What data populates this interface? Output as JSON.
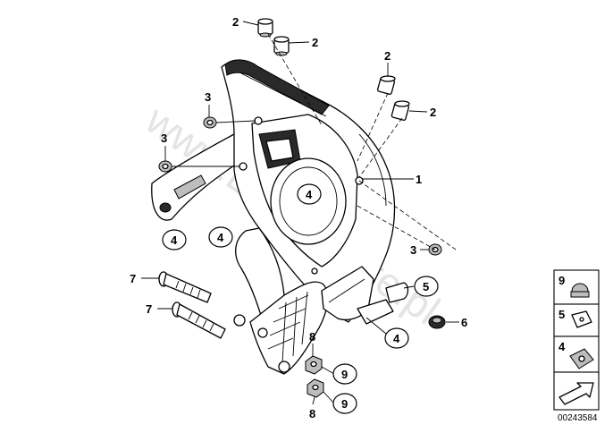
{
  "diagram": {
    "callouts": {
      "c1": "1",
      "c2a": "2",
      "c2b": "2",
      "c2c": "2",
      "c2d": "2",
      "c3a": "3",
      "c3b": "3",
      "c3c": "3",
      "c4a": "4",
      "c4b": "4",
      "c4c": "4",
      "c4d": "4",
      "c5": "5",
      "c6": "6",
      "c7a": "7",
      "c7b": "7",
      "c8a": "8",
      "c8b": "8",
      "c9a": "9",
      "c9b": "9"
    },
    "legend": {
      "items": [
        "9",
        "5",
        "4"
      ]
    },
    "watermark": "www.BMW-store.pl",
    "drawing_code": "00243584"
  }
}
